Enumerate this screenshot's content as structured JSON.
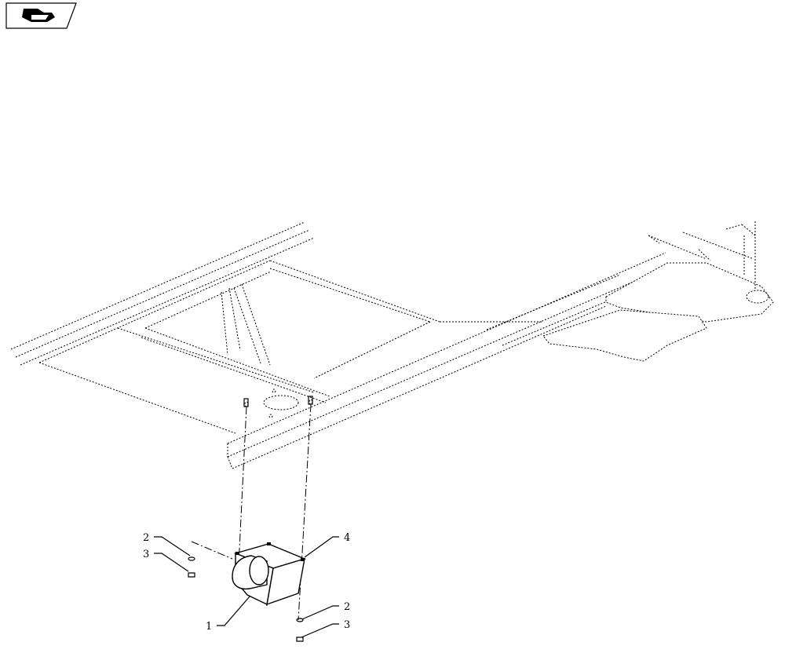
{
  "icon": {
    "name": "exploded-view-icon"
  },
  "callouts": [
    {
      "id": "callout-2-left",
      "label": "2"
    },
    {
      "id": "callout-3-left",
      "label": "3"
    },
    {
      "id": "callout-4",
      "label": "4"
    },
    {
      "id": "callout-1",
      "label": "1"
    },
    {
      "id": "callout-2-right",
      "label": "2"
    },
    {
      "id": "callout-3-right",
      "label": "3"
    }
  ]
}
